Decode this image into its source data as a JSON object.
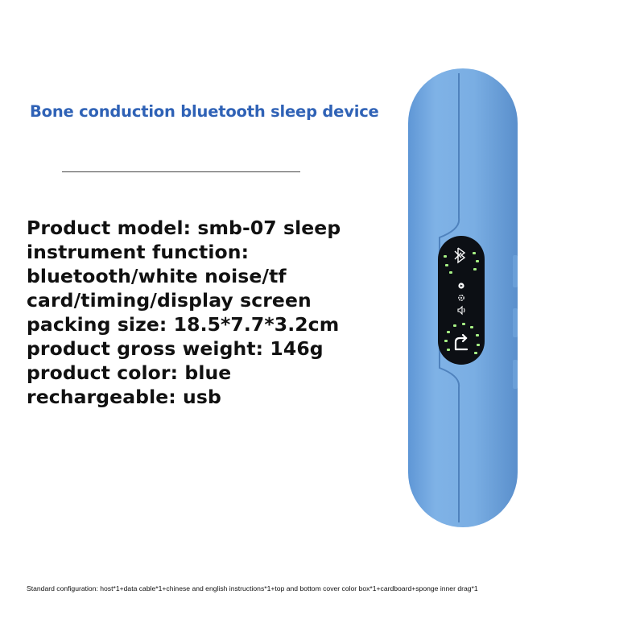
{
  "title": "Bone conduction bluetooth sleep device",
  "specs": [
    "Product model: smb-07 sleep",
    "instrument function:",
    "bluetooth/white noise/tf",
    "card/timing/display screen",
    "packing size: 18.5*7.7*3.2cm",
    "product gross weight: 146g",
    "product color: blue",
    "rechargeable: usb"
  ],
  "footnote": "Standard configuration: host*1+data cable*1+chinese and english instructions*1+top and bottom cover color box*1+cardboard+sponge inner drag*1",
  "device": {
    "color": "#7aaee3",
    "panel_color": "#0c0f14",
    "indicator_color": "#a6f084",
    "icons": [
      "bluetooth-icon",
      "play-icon",
      "settings-icon",
      "volume-icon",
      "return-icon"
    ]
  }
}
